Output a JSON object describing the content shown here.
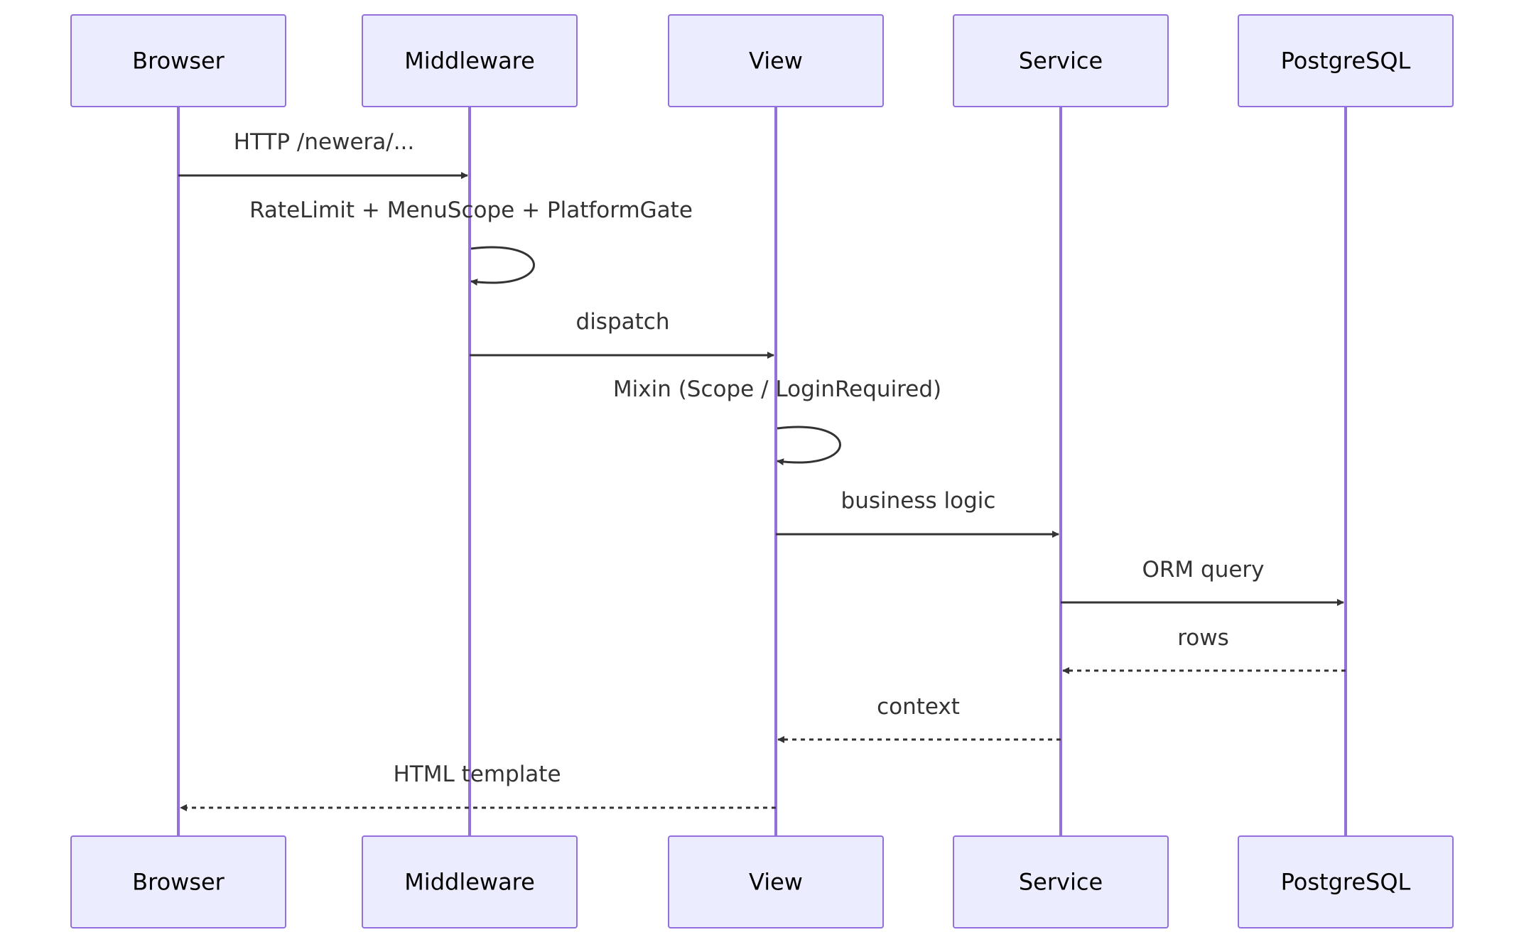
{
  "participants": [
    {
      "id": "browser",
      "label": "Browser"
    },
    {
      "id": "middleware",
      "label": "Middleware"
    },
    {
      "id": "view",
      "label": "View"
    },
    {
      "id": "service",
      "label": "Service"
    },
    {
      "id": "postgresql",
      "label": "PostgreSQL"
    }
  ],
  "messages": [
    {
      "from": "browser",
      "to": "middleware",
      "label": "HTTP /newera/...",
      "style": "solid"
    },
    {
      "from": "middleware",
      "to": "middleware",
      "label": "RateLimit + MenuScope + PlatformGate",
      "style": "solid"
    },
    {
      "from": "middleware",
      "to": "view",
      "label": "dispatch",
      "style": "solid"
    },
    {
      "from": "view",
      "to": "view",
      "label": "Mixin (Scope / LoginRequired)",
      "style": "solid"
    },
    {
      "from": "view",
      "to": "service",
      "label": "business logic",
      "style": "solid"
    },
    {
      "from": "service",
      "to": "postgresql",
      "label": "ORM query",
      "style": "solid"
    },
    {
      "from": "postgresql",
      "to": "service",
      "label": "rows",
      "style": "dashed"
    },
    {
      "from": "service",
      "to": "view",
      "label": "context",
      "style": "dashed"
    },
    {
      "from": "view",
      "to": "browser",
      "label": "HTML template",
      "style": "dashed"
    }
  ],
  "colors": {
    "actor_fill": "#ECECFF",
    "actor_border": "#9370DB",
    "lifeline": "#9370DB",
    "message_line": "#333333",
    "message_text": "#333333",
    "actor_text": "#000000"
  }
}
